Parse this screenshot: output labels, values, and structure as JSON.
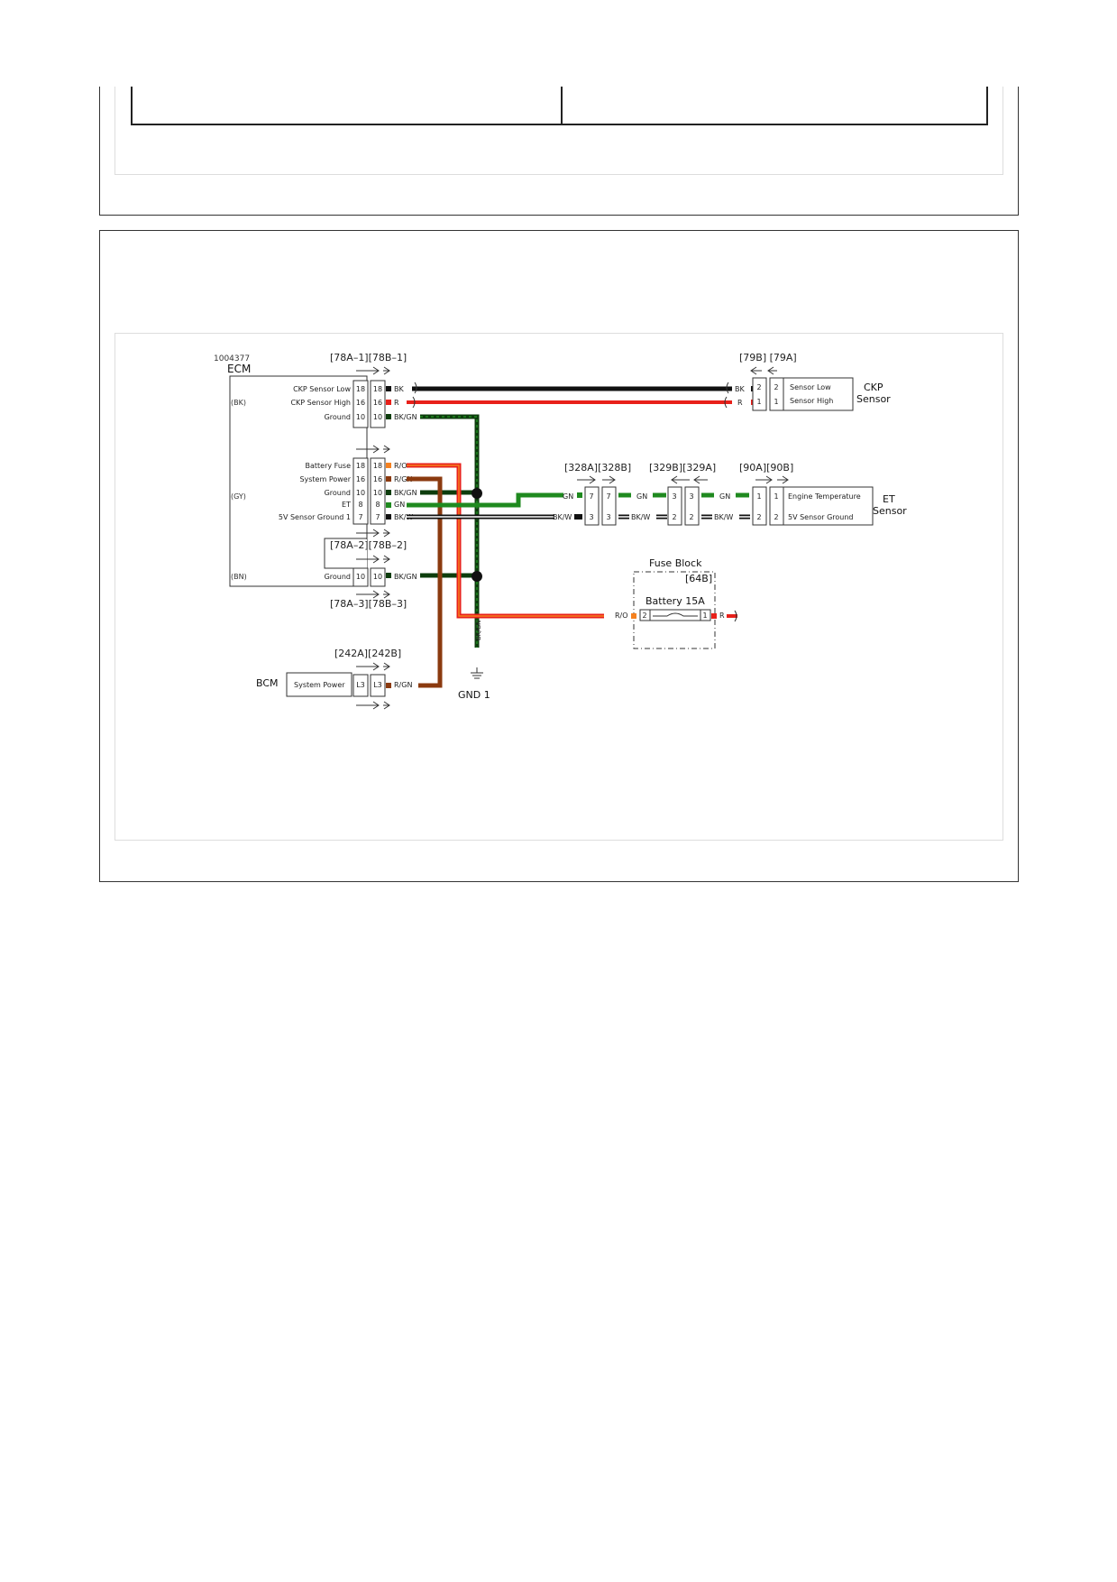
{
  "diagram": {
    "part_number": "1004377",
    "ecm": {
      "name": "ECM",
      "groups": [
        "(BK)",
        "(GY)",
        "(BN)"
      ],
      "pins_bk": [
        {
          "label": "CKP Sensor Low",
          "pin": "18",
          "wire": "BK"
        },
        {
          "label": "CKP Sensor High",
          "pin": "16",
          "wire": "R"
        },
        {
          "label": "Ground",
          "pin": "10",
          "wire": "BK/GN"
        }
      ],
      "pins_gy": [
        {
          "label": "Battery Fuse",
          "pin": "18",
          "wire": "R/O"
        },
        {
          "label": "System Power",
          "pin": "16",
          "wire": "R/GN"
        },
        {
          "label": "Ground",
          "pin": "10",
          "wire": "BK/GN"
        },
        {
          "label": "ET",
          "pin": "8",
          "wire": "GN"
        },
        {
          "label": "5V Sensor Ground 1",
          "pin": "7",
          "wire": "BK/W"
        }
      ],
      "pins_bn": [
        {
          "label": "Ground",
          "pin": "10",
          "wire": "BK/GN"
        }
      ]
    },
    "connectors": {
      "c78_1": "[78A–1][78B–1]",
      "c78_2": "[78A–2][78B–2]",
      "c78_3": "[78A–3][78B–3]",
      "c79": "[79B] [79A]",
      "c328": "[328A][328B]",
      "c329": "[329B][329A]",
      "c90": "[90A][90B]",
      "c242": "[242A][242B]"
    },
    "ckp_sensor": {
      "name": [
        "CKP",
        "Sensor"
      ],
      "pins": [
        {
          "label": "Sensor Low",
          "pin": "2",
          "wire": "BK"
        },
        {
          "label": "Sensor High",
          "pin": "1",
          "wire": "R"
        }
      ]
    },
    "et_sensor": {
      "name": [
        "ET",
        "Sensor"
      ],
      "pins": [
        {
          "label": "Engine Temperature",
          "pin": "1",
          "wire": "GN"
        },
        {
          "label": "5V Sensor Ground",
          "pin": "2",
          "wire": "BK/W"
        }
      ]
    },
    "inline_328": {
      "top_pin": "7",
      "bottom_pin": "3",
      "wire_in_top": "GN",
      "wire_in_bottom": "BK/W"
    },
    "inline_329": {
      "top_pin": "3",
      "bottom_pin": "2",
      "wire_top": "GN",
      "wire_bottom": "BK/W"
    },
    "inline_90_wires": {
      "top": "GN",
      "bottom": "BK/W"
    },
    "fuse_block": {
      "title": "Fuse Block",
      "ref": "[64B]",
      "fuse": "Battery 15A",
      "pin_left": "2",
      "pin_right": "1",
      "wire_in": "R/O",
      "wire_out": "R"
    },
    "bcm": {
      "name": "BCM",
      "label": "System Power",
      "pin": "L3",
      "wire": "R/GN"
    },
    "ground": {
      "name": "GND 1",
      "wire": "BK/GN"
    },
    "colors": {
      "bk": "#111111",
      "red": "#e8201a",
      "orange": "#f5811f",
      "green": "#1f8a1f",
      "darkgreen": "#0d3d0d",
      "brown": "#8b3a0f",
      "white": "#ffffff"
    }
  }
}
